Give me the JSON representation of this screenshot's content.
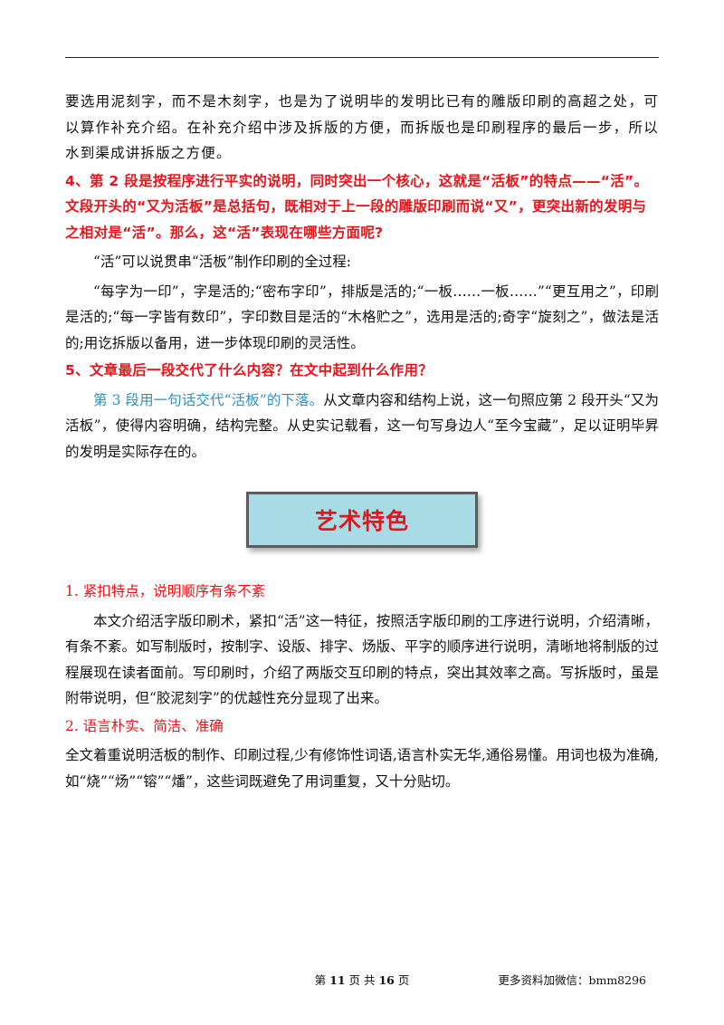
{
  "paragraphs": {
    "p0": "要选用泥刻字，而不是木刻字，也是为了说明毕的发明比已有的雕版印刷的高超之处，可以算作补充介绍。在补充介绍中涉及拆版的方便，而拆版也是印刷程序的最后一步，所以水到渠成讲拆版之方便。",
    "q4": "4、第 2 段是按程序进行平实的说明，同时突出一个核心，这就是“活板”的特点——“活”。文段开头的“又为活板”是总括句，既相对于上一段的雕版印刷而说“又”，更突出新的发明与之相对是“活”。那么，这“活”表现在哪些方面呢?",
    "p1": "“活”可以说贯串“活板”制作印刷的全过程:",
    "p2": "“每字为一印”，字是活的;“密布字印”，排版是活的;“一板……一板……”“更互用之”，印刷是活的;“每一字皆有数印”，字印数目是活的“木格贮之”，选用是活的;奇字“旋刻之”，做法是活的;用讫拆版以备用，进一步体现印刷的灵活性。",
    "q5": "5、文章最后一段交代了什么内容？在文中起到什么作用？",
    "p3_blue": "第 3 段用一句话交代“活板”的下落。",
    "p3_rest": "从文章内容和结构上说，这一句照应第 2 段开头“又为活板”，使得内容明确，结构完整。从史实记载看，这一句写身边人“至今宝藏”，足以证明毕昇的发明是实际存在的。"
  },
  "banner": {
    "title": "艺术特色"
  },
  "section1": {
    "heading": "1. 紧扣特点，说明顺序有条不紊",
    "body": "本文介绍活字版印刷术，紧扣“活”这一特征，按照活字版印刷的工序进行说明，介绍清晰，有条不紊。如写制版时，按制字、设版、排字、炀版、平字的顺序进行说明，清晰地将制版的过程展现在读者面前。写印刷时，介绍了两版交互印刷的特点，突出其效率之高。写拆版时，虽是附带说明，但“胶泥刻字”的优越性充分显现了出来。"
  },
  "section2": {
    "heading": "2. 语言朴实、简洁、准确",
    "body": "全文着重说明活板的制作、印刷过程,少有修饰性词语,语言朴实无华,通俗易懂。用词也极为准确,如“烧”“炀”“镕”“燔”，这些词既避免了用词重复，又十分贴切。"
  },
  "footer": {
    "page_prefix": "第 ",
    "page_num": "11",
    "page_mid": " 页 共 ",
    "page_total": "16",
    "page_suffix": " 页",
    "more": "更多资料加微信：bmm8296"
  },
  "colors": {
    "red": "#e8141b",
    "blue": "#2d8fbf",
    "banner_bg": "#a9dbe6"
  }
}
